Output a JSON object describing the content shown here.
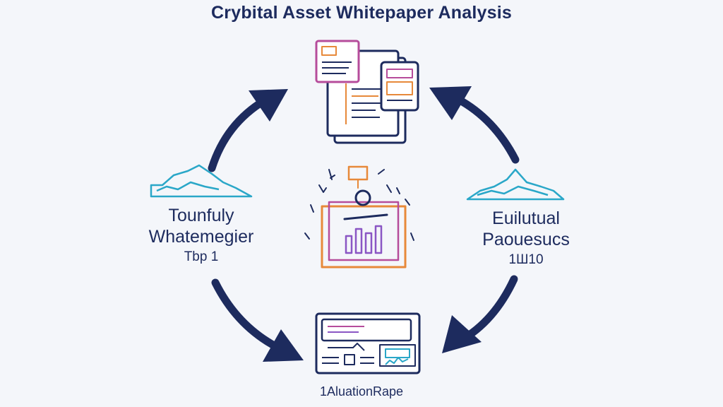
{
  "title": "Crybital Asset Whitepaper Analysis",
  "left": {
    "line1": "Tounfuly",
    "line2": "Whatemegier",
    "line3": "Tbp 1"
  },
  "right": {
    "line1": "Euilutual",
    "line2": "Paouesucs",
    "line3": "1Ш10"
  },
  "bottom": {
    "label": "1AluationRape"
  },
  "colors": {
    "navy": "#1d2b5e",
    "cyan": "#2aa7c8",
    "orange": "#e7893a",
    "purple": "#8a56c4",
    "magenta": "#b64c9b"
  },
  "icons": [
    "document-stack-icon",
    "mountain-icon",
    "analysis-clipboard-icon",
    "dashboard-icon",
    "cycle-arrow-icon"
  ]
}
